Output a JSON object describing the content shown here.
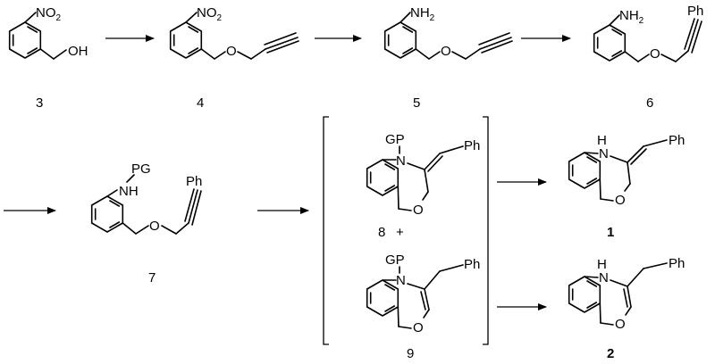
{
  "compounds": [
    {
      "id": "c3",
      "label": "3",
      "substituents": [
        "NO2",
        "OH"
      ]
    },
    {
      "id": "c4",
      "label": "4",
      "substituents": [
        "NO2",
        "O"
      ]
    },
    {
      "id": "c5",
      "label": "5",
      "substituents": [
        "NH2",
        "O"
      ]
    },
    {
      "id": "c6",
      "label": "6",
      "substituents": [
        "NH2",
        "O",
        "Ph"
      ]
    },
    {
      "id": "c7",
      "label": "7",
      "substituents": [
        "PG",
        "NH",
        "O",
        "Ph"
      ]
    },
    {
      "id": "c8",
      "label": "8",
      "substituents": [
        "GP",
        "N",
        "O",
        "Ph"
      ]
    },
    {
      "id": "c9",
      "label": "9",
      "substituents": [
        "GP",
        "N",
        "O",
        "Ph"
      ]
    },
    {
      "id": "c1",
      "label": "1",
      "substituents": [
        "H",
        "N",
        "O",
        "Ph"
      ]
    },
    {
      "id": "c2",
      "label": "2",
      "substituents": [
        "H",
        "N",
        "O",
        "Ph"
      ]
    }
  ],
  "plus": "+",
  "atoms": {
    "no2_no": "NO",
    "no2_sub": "2",
    "oh": "OH",
    "o": "O",
    "nh2_nh": "NH",
    "nh2_sub": "2",
    "ph": "Ph",
    "pg": "PG",
    "nh": "NH",
    "gp": "GP",
    "n": "N",
    "h": "H"
  }
}
